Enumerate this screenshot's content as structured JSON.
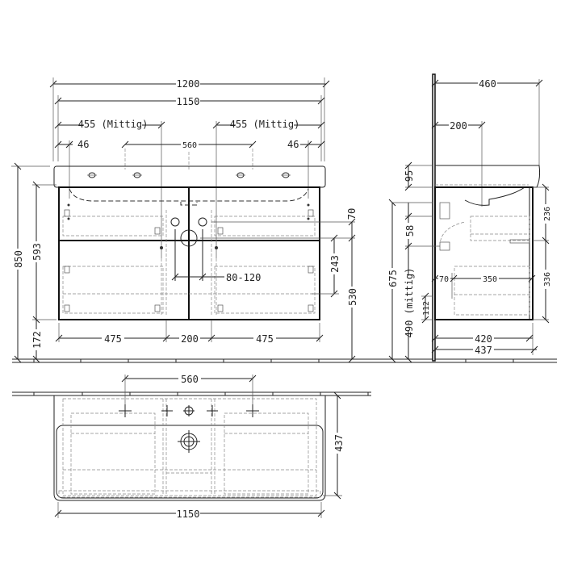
{
  "drawing": {
    "title": "Vanity unit with double washbasin - technical dimension drawing",
    "unit": "mm",
    "line_color": "#222222",
    "background": "#ffffff"
  },
  "front_view": {
    "dims": {
      "overall_width": "1200",
      "basin_width": "1150",
      "left_tap_offset": "455 (Mittig)",
      "right_tap_offset": "455 (Mittig)",
      "left_edge_hole": "46",
      "right_edge_hole": "46",
      "tap_spacing": "560",
      "total_height": "850",
      "cabinet_height": "593",
      "floor_clearance": "172",
      "drawer_left_width": "475",
      "center_gap": "200",
      "drawer_right_width": "475",
      "waste_offset": "80-120",
      "pipe_offset": "70",
      "drawer_height": "243",
      "waste_height": "530"
    }
  },
  "side_view": {
    "dims": {
      "basin_depth": "460",
      "tap_axis": "200",
      "rim_height": "95",
      "upper_drawer": "236",
      "gap": "58",
      "lower_drawer": "336",
      "waste_height": "675",
      "siphon_height": "490 (mittig)",
      "inner_offset": "70",
      "drawer_depth": "350",
      "plinth": "112",
      "cabinet_depth": "420",
      "overall_depth": "437"
    }
  },
  "top_view": {
    "dims": {
      "tap_spacing": "560",
      "depth": "437",
      "width": "1150"
    }
  }
}
